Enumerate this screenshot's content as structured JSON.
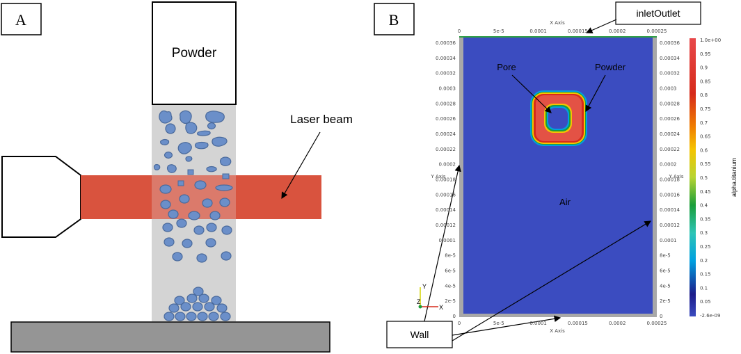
{
  "panel_a": {
    "label": "A",
    "powder_label": "Powder",
    "laser_label": "Laser beam"
  },
  "panel_b": {
    "label": "B",
    "axis_title_top": "X Axis",
    "axis_title_bottom": "X Axis",
    "axis_title_left": "Y Axis",
    "axis_title_right": "Y Axis",
    "x_ticks": [
      "0",
      "5e-5",
      "0.0001",
      "0.00015",
      "0.0002",
      "0.00025"
    ],
    "y_ticks": [
      "0",
      "2e-5",
      "4e-5",
      "6e-5",
      "8e-5",
      "0.0001",
      "0.00012",
      "0.00014",
      "0.00016",
      "0.00018",
      "0.0002",
      "0.00022",
      "0.00024",
      "0.00026",
      "0.00028",
      "0.0003",
      "0.00032",
      "0.00034",
      "0.00036"
    ],
    "labels": {
      "pore": "Pore",
      "powder": "Powder",
      "air": "Air",
      "inlet_outlet": "inletOutlet",
      "wall": "Wall"
    },
    "orientation": {
      "y": "Y",
      "z": "Z",
      "x": "X"
    },
    "colorbar": {
      "title": "alpha.titanium",
      "ticks": [
        "1.0e+00",
        "0.95",
        "0.9",
        "0.85",
        "0.8",
        "0.75",
        "0.7",
        "0.65",
        "0.6",
        "0.55",
        "0.5",
        "0.45",
        "0.4",
        "0.35",
        "0.3",
        "0.25",
        "0.2",
        "0.15",
        "0.1",
        "0.05",
        "-2.6e-09"
      ],
      "colors": [
        "#3b4cc0",
        "#1c1c8a",
        "#00a0e0",
        "#2ec4b6",
        "#1a9e3a",
        "#b8d432",
        "#f5c400",
        "#f07f00",
        "#d62a1a",
        "#e8484a"
      ]
    }
  }
}
